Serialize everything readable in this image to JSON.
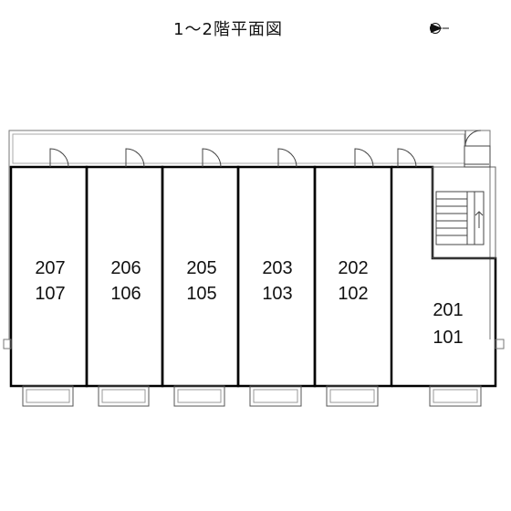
{
  "title": "1～2階平面図",
  "north_arrow_text": "",
  "units": [
    {
      "upper": "207",
      "lower": "107"
    },
    {
      "upper": "206",
      "lower": "106"
    },
    {
      "upper": "205",
      "lower": "105"
    },
    {
      "upper": "203",
      "lower": "103"
    },
    {
      "upper": "202",
      "lower": "102"
    },
    {
      "upper": "201",
      "lower": "101"
    }
  ]
}
